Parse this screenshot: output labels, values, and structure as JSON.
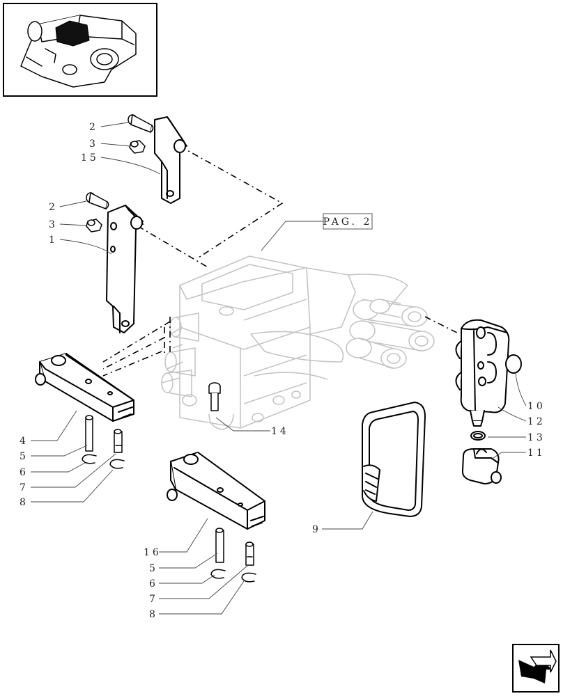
{
  "reference_box": {
    "label": "PAG. 2"
  },
  "labels": [
    {
      "id": "l2a",
      "text": "2"
    },
    {
      "id": "l3a",
      "text": "3"
    },
    {
      "id": "l15",
      "text": "15"
    },
    {
      "id": "l2b",
      "text": "2"
    },
    {
      "id": "l3b",
      "text": "3"
    },
    {
      "id": "l1",
      "text": "1"
    },
    {
      "id": "l4",
      "text": "4"
    },
    {
      "id": "l5a",
      "text": "5"
    },
    {
      "id": "l6a",
      "text": "6"
    },
    {
      "id": "l7a",
      "text": "7"
    },
    {
      "id": "l8a",
      "text": "8"
    },
    {
      "id": "l14",
      "text": "14"
    },
    {
      "id": "l10",
      "text": "10"
    },
    {
      "id": "l12",
      "text": "12"
    },
    {
      "id": "l13",
      "text": "13"
    },
    {
      "id": "l11",
      "text": "11"
    },
    {
      "id": "l9",
      "text": "9"
    },
    {
      "id": "l16",
      "text": "16"
    },
    {
      "id": "l5b",
      "text": "5"
    },
    {
      "id": "l6b",
      "text": "6"
    },
    {
      "id": "l7b",
      "text": "7"
    },
    {
      "id": "l8b",
      "text": "8"
    }
  ],
  "icons": {
    "thumbnail": "assembly-thumbnail-icon",
    "navigation": "next-page-arrow-icon"
  }
}
